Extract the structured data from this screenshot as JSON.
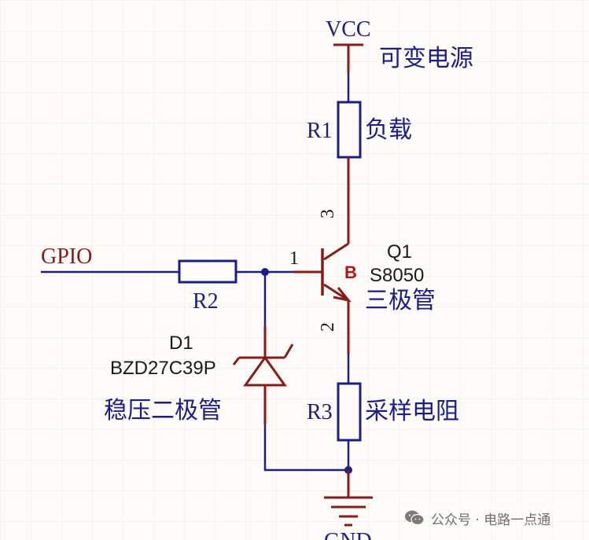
{
  "labels": {
    "vcc": "VCC",
    "vcc_desc": "可变电源",
    "r1": "R1",
    "r1_desc": "负载",
    "gpio": "GPIO",
    "r2": "R2",
    "pin1": "1",
    "pin2": "2",
    "pin3": "3",
    "q1": "Q1",
    "q1_pin_b": "B",
    "q1_part": "S8050",
    "q1_desc": "三极管",
    "d1": "D1",
    "d1_part": "BZD27C39P",
    "d1_desc": "稳压二极管",
    "r3": "R3",
    "r3_desc": "采样电阻",
    "gnd": "GND"
  },
  "watermark": {
    "text": "公众号 · 电路一点通",
    "icon": "wechat-icon"
  },
  "colors": {
    "wire": "#1c1c8c",
    "component": "#8a1a1a",
    "resistor_fill": "#fdfcf8",
    "resistor_stroke": "#1c1c8c",
    "text_blue": "#1c1c8c",
    "text_dark": "#1a1a1a",
    "grid": "#ece9e0"
  }
}
